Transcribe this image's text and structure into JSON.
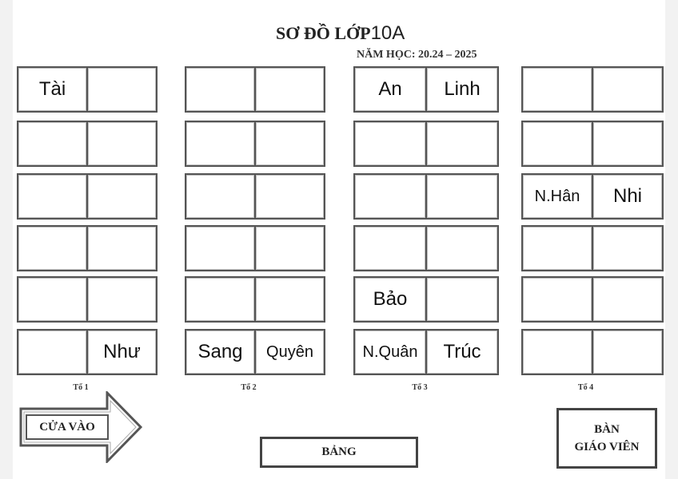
{
  "title": {
    "main": "SƠ ĐỒ LỚP",
    "class": "10A",
    "year": "NĂM HỌC: 20.24 – 2025"
  },
  "groups": [
    {
      "label": "Tổ 1",
      "rows": [
        [
          "Tài",
          ""
        ],
        [
          "",
          ""
        ],
        [
          "",
          ""
        ],
        [
          "",
          ""
        ],
        [
          "",
          ""
        ],
        [
          "",
          "Như"
        ]
      ]
    },
    {
      "label": "Tổ 2",
      "rows": [
        [
          "",
          ""
        ],
        [
          "",
          ""
        ],
        [
          "",
          ""
        ],
        [
          "",
          ""
        ],
        [
          "",
          ""
        ],
        [
          "Sang",
          "Quyên"
        ]
      ]
    },
    {
      "label": "Tổ 3",
      "rows": [
        [
          "An",
          "Linh"
        ],
        [
          "",
          ""
        ],
        [
          "",
          ""
        ],
        [
          "",
          ""
        ],
        [
          "Bảo",
          ""
        ],
        [
          "N.Quân",
          "Trúc"
        ]
      ]
    },
    {
      "label": "Tổ 4",
      "rows": [
        [
          "",
          ""
        ],
        [
          "",
          ""
        ],
        [
          "N.Hân",
          "Nhi"
        ],
        [
          "",
          ""
        ],
        [
          "",
          ""
        ],
        [
          "",
          ""
        ]
      ]
    }
  ],
  "door_label": "CỬA VÀO",
  "board_label": "BẢNG",
  "teacher_desk": {
    "line1": "BÀN",
    "line2": "GIÁO VIÊN"
  }
}
